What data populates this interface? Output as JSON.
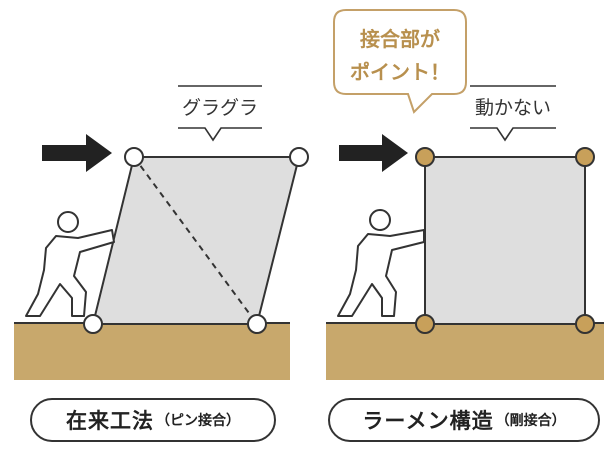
{
  "left": {
    "label": "グラグラ",
    "caption_main": "在来工法",
    "caption_sub": "（ピン接合）"
  },
  "right": {
    "label": "動かない",
    "caption_main": "ラーメン構造",
    "caption_sub": "（剛接合）",
    "callout_line1": "接合部が",
    "callout_line2": "ポイント！"
  },
  "colors": {
    "ground": "#c8a86c",
    "panel": "#dedede",
    "joint_rigid": "#c8a05a",
    "callout_border": "#c4a068",
    "callout_text": "#b8904e",
    "arrow": "#222222"
  }
}
